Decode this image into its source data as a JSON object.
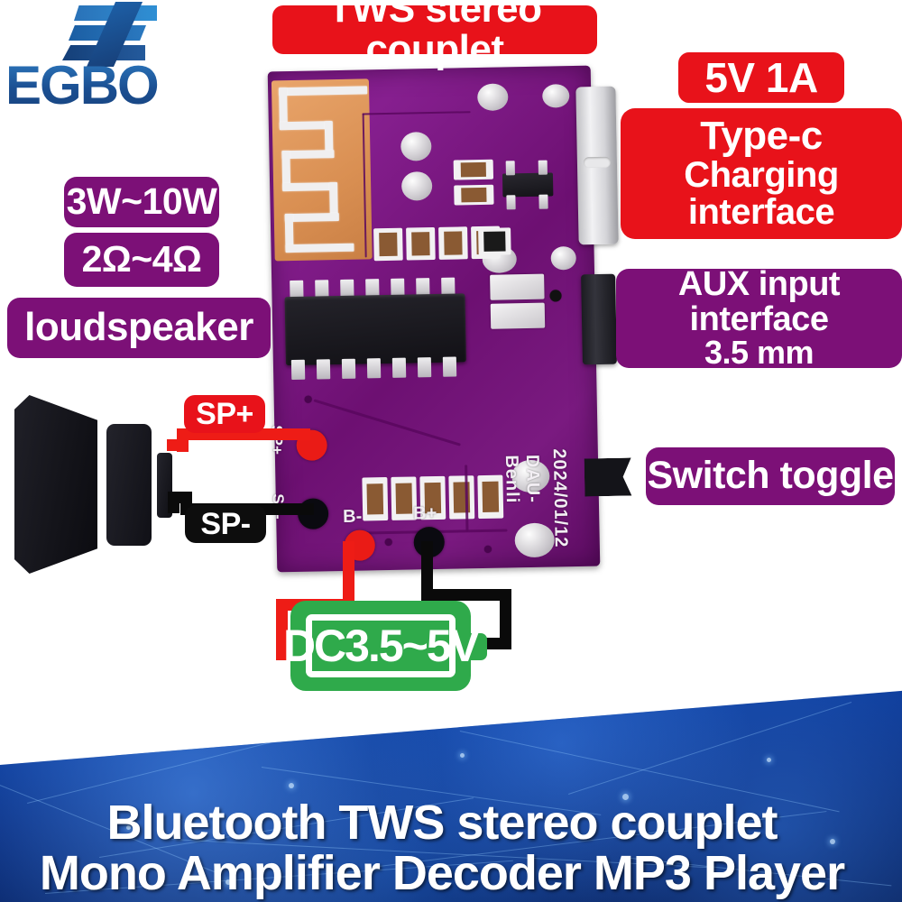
{
  "brand": {
    "name": "EGBO",
    "logo_icon": "egbo-chevron-logo",
    "watermark_text": "EGBO"
  },
  "product": {
    "title_line1": "Bluetooth TWS stereo couplet",
    "title_line2": "Mono Amplifier Decoder MP3 Player"
  },
  "callouts": {
    "top_center": {
      "text": "TWS stereo couplet",
      "color": "#e8121a",
      "style": "red"
    },
    "power_rating": {
      "text": "5V 1A",
      "color": "#e8121a",
      "style": "red"
    },
    "usb_interface": {
      "line1": "Type-c",
      "line2": "Charging interface",
      "color": "#e8121a",
      "style": "red"
    },
    "aux_interface": {
      "line1": "AUX input interface",
      "line2": "3.5 mm",
      "color": "#7c1077",
      "style": "purple"
    },
    "switch": {
      "text": "Switch toggle",
      "color": "#7c1077",
      "style": "purple"
    },
    "speaker_power": {
      "text": "3W~10W",
      "color": "#7c1077",
      "style": "purple"
    },
    "speaker_impedance": {
      "text": "2Ω~4Ω",
      "color": "#7c1077",
      "style": "purple"
    },
    "speaker_label": {
      "text": "loudspeaker",
      "color": "#7c1077",
      "style": "purple"
    },
    "sp_positive": {
      "text": "SP+",
      "color": "#e8121a",
      "style": "red"
    },
    "sp_negative": {
      "text": "SP-",
      "color": "#0d0d0d",
      "style": "black"
    },
    "dc_input": {
      "text": "DC3.5~5V",
      "color": "#2faa4b",
      "style": "green-battery"
    }
  },
  "board": {
    "silk_model": "DAU-Benli",
    "silk_date": "2024/01/12",
    "pad_sp_plus": "SP+",
    "pad_sp_minus": "SP-",
    "pad_b_minus": "B-",
    "pad_b_plus": "B+",
    "pcb_color": "#7c1077",
    "antenna_copper_color": "#d98f52"
  },
  "wires": {
    "speaker_positive_color": "#ee1c16",
    "speaker_negative_color": "#0a0a0a",
    "battery_positive_color": "#ee1c16",
    "battery_negative_color": "#0a0a0a"
  }
}
